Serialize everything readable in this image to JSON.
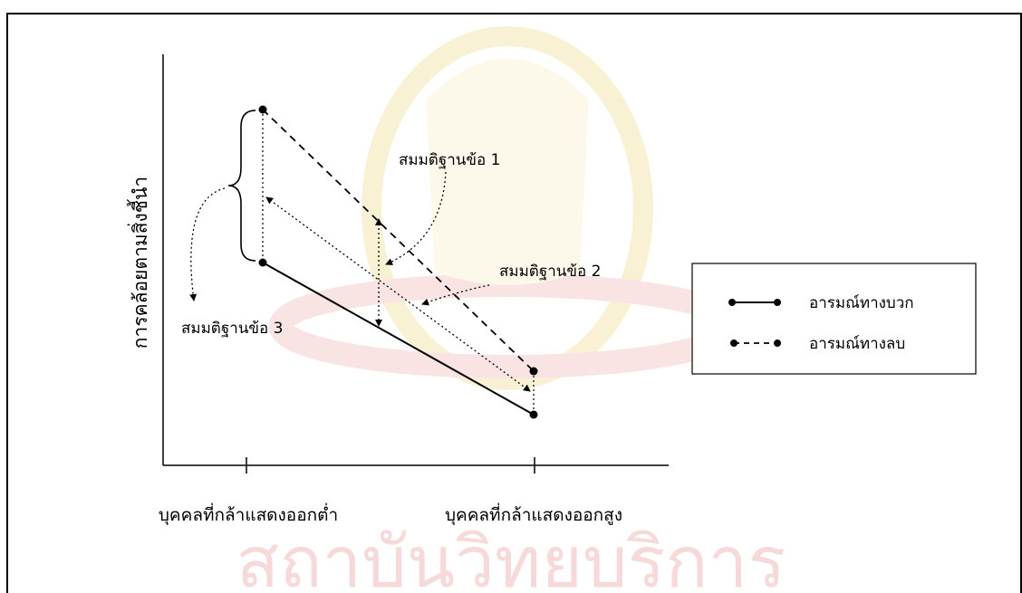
{
  "y_axis_label": "การคล้อยตามสิ่งชี้นำ",
  "x_ticks": [
    "บุคคลที่กล้าแสดงออกต่ำ",
    "บุคคลที่กล้าแสดงออกสูง"
  ],
  "hypotheses": {
    "h1": "สมมติฐานข้อ 1",
    "h2": "สมมติฐานข้อ 2",
    "h3": "สมมติฐานข้อ 3"
  },
  "legend": {
    "positive": "อารมณ์ทางบวก",
    "negative": "อารมณ์ทางลบ"
  },
  "watermark": {
    "text": "สถาบันวิทยบริการ",
    "color": "#f7d9d9"
  },
  "colors": {
    "line": "#000000",
    "background": "#ffffff"
  }
}
